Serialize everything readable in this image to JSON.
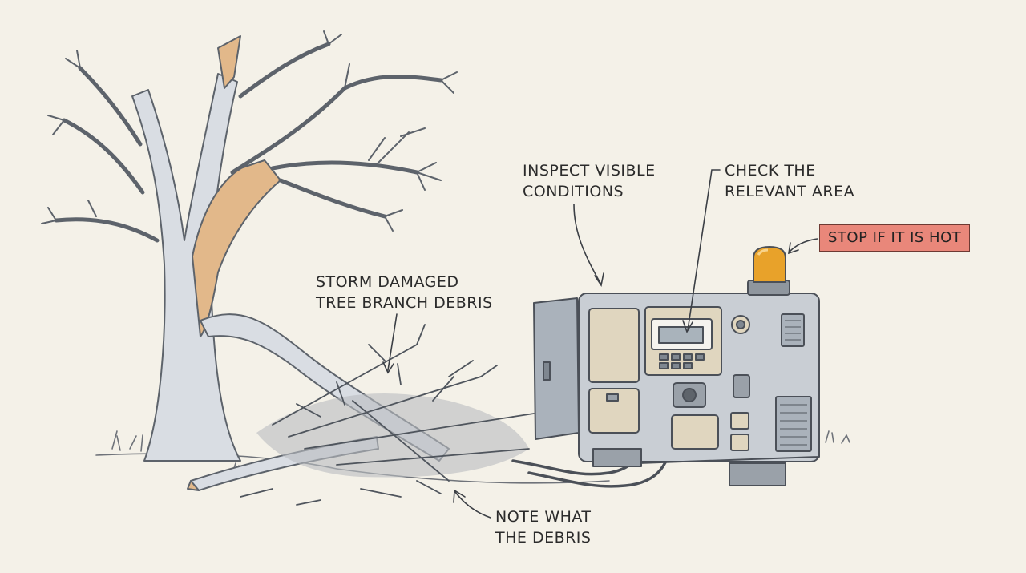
{
  "callouts": {
    "inspect": [
      "INSPECT VISIBLE",
      "CONDITIONS"
    ],
    "check": [
      "CHECK THE",
      "RELEVANT AREA"
    ],
    "storm": [
      "STORM DAMAGED",
      "TREE BRANCH DEBRIS"
    ],
    "note": [
      "NOTE WHAT",
      "THE DEBRIS"
    ],
    "warning": "STOP IF IT IS HOT"
  },
  "colors": {
    "background": "#f4f1e8",
    "tree_bark": "#d9dde3",
    "tree_wood": "#e2b88a",
    "cabinet": "#c9ced4",
    "panel": "#e0d6bf",
    "beacon": "#e8a22a",
    "warning_fill": "#e9877a"
  },
  "icons": {
    "tree": "broken-tree-icon",
    "debris": "branch-debris-icon",
    "cabinet": "electrical-cabinet-icon",
    "beacon": "warning-beacon-icon"
  }
}
